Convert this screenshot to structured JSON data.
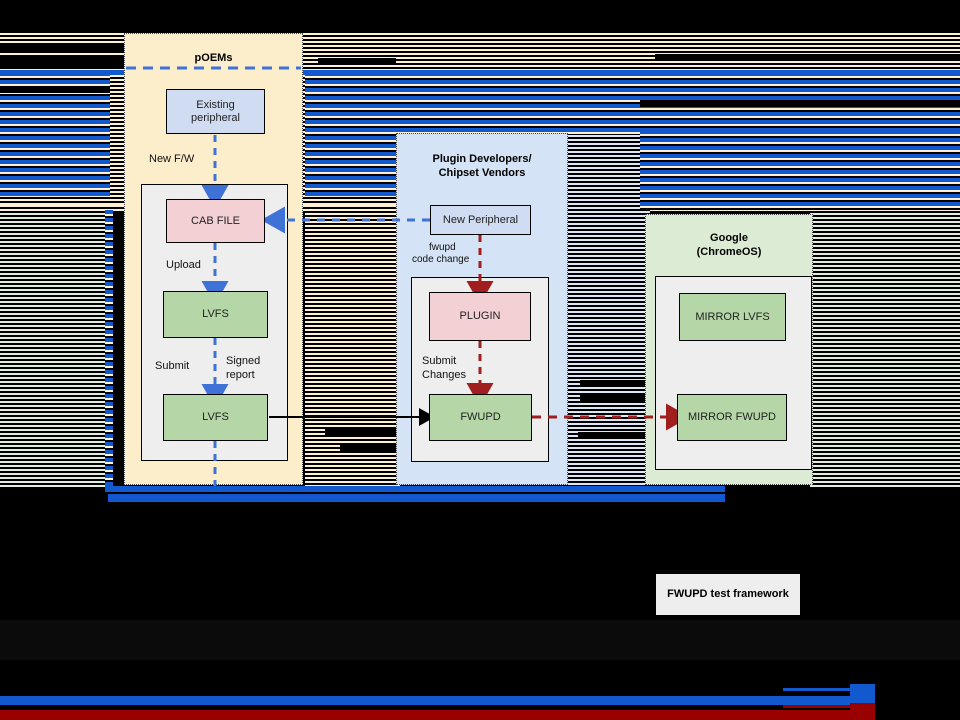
{
  "diagram": {
    "panels": [
      {
        "id": "poems",
        "title": "pOEMs",
        "fill": "#fdeecb"
      },
      {
        "id": "plugin",
        "title": "Plugin Developers/\nChipset Vendors",
        "title_line1": "Plugin Developers/",
        "title_line2": "Chipset Vendors",
        "fill": "#d4e3f5"
      },
      {
        "id": "google",
        "title": "Google (ChromeOS)",
        "title_line1": "Google",
        "title_line2": "(ChromeOS)",
        "fill": "#dcebd4"
      }
    ],
    "nodes": [
      {
        "id": "existing-peripheral",
        "label_line1": "Existing",
        "label_line2": "peripheral",
        "color": "#cfdcf2"
      },
      {
        "id": "cab-file",
        "label": "CAB FILE",
        "color": "#f2d0d4"
      },
      {
        "id": "lvfs-upload",
        "label": "LVFS",
        "color": "#b5d6a7"
      },
      {
        "id": "lvfs-submit",
        "label": "LVFS",
        "color": "#b5d6a7"
      },
      {
        "id": "new-peripheral",
        "label": "New Peripheral",
        "color": "#cfdcf2"
      },
      {
        "id": "plugin",
        "label": "PLUGIN",
        "color": "#f2d0d4"
      },
      {
        "id": "fwupd",
        "label": "FWUPD",
        "color": "#b5d6a7"
      },
      {
        "id": "mirror-lvfs",
        "label": "MIRROR LVFS",
        "color": "#b5d6a7"
      },
      {
        "id": "mirror-fwupd",
        "label": "MIRROR FWUPD",
        "color": "#b5d6a7"
      }
    ],
    "edge_labels": [
      {
        "id": "new-fw",
        "text": "New F/W"
      },
      {
        "id": "upload",
        "text": "Upload"
      },
      {
        "id": "submit",
        "text": "Submit"
      },
      {
        "id": "signed-report-l1",
        "text": "Signed"
      },
      {
        "id": "signed-report-l2",
        "text": "report"
      },
      {
        "id": "fwupd-code-change-l1",
        "text": "fwupd"
      },
      {
        "id": "fwupd-code-change-l2",
        "text": "code change"
      },
      {
        "id": "submit-changes-l1",
        "text": "Submit"
      },
      {
        "id": "submit-changes-l2",
        "text": "Changes"
      }
    ],
    "footer": {
      "label": "FWUPD test framework"
    },
    "colors": {
      "blue_arrow": "#3f72d7",
      "red_arrow": "#a01e1e",
      "black_arrow": "#000000",
      "panel_poems": "#fdeecb",
      "panel_plugin": "#d4e3f5",
      "panel_google": "#dcebd4",
      "node_blue": "#cfdcf2",
      "node_pink": "#f2d0d4",
      "node_green": "#b5d6a7",
      "inner_gray": "#eeeeee",
      "artifact_blue": "#1259d0",
      "artifact_red": "#990000",
      "background": "#000000"
    }
  }
}
